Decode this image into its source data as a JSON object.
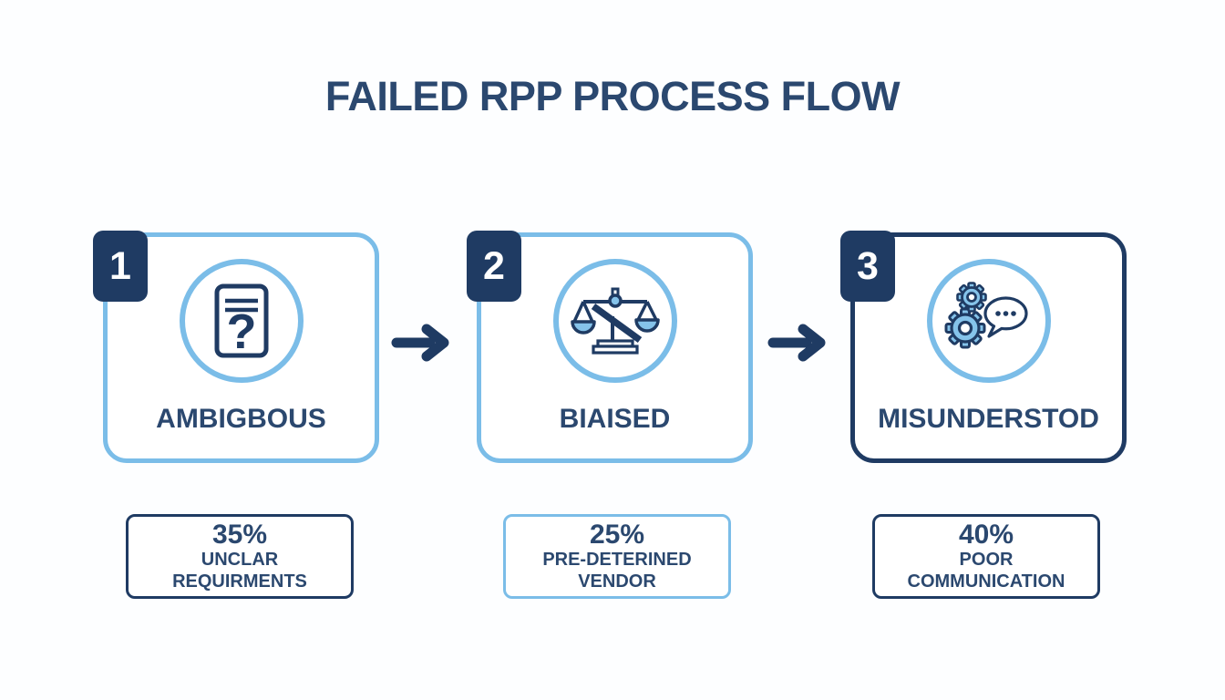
{
  "title": "FAILED RPP PROCESS FLOW",
  "colors": {
    "navy": "#1f3b63",
    "text_navy": "#2b486f",
    "light_blue": "#7bbde8",
    "icon_fill_blue": "#85c3ea",
    "background": "#fdfeff"
  },
  "steps": [
    {
      "number": "1",
      "label": "AMBIGBOUS",
      "icon": "document-question-icon",
      "icon_glyph": "?",
      "border_color": "#7bbde8"
    },
    {
      "number": "2",
      "label": "BIAISED",
      "icon": "unbalanced-scale-icon",
      "border_color": "#7bbde8"
    },
    {
      "number": "3",
      "label": "MISUNDERSTOD",
      "icon": "gears-speech-bubble-icon",
      "border_color": "#1f3b63"
    }
  ],
  "stats": [
    {
      "value": "35%",
      "lines": [
        "UNCLAR",
        "REQUIRMENTS"
      ],
      "border_color": "#1f3b63"
    },
    {
      "value": "25%",
      "lines": [
        "PRE-DETERINED",
        "VENDOR"
      ],
      "border_color": "#7bbde8"
    },
    {
      "value": "40%",
      "lines": [
        "POOR",
        "COMMUNICATION"
      ],
      "border_color": "#1f3b63"
    }
  ]
}
